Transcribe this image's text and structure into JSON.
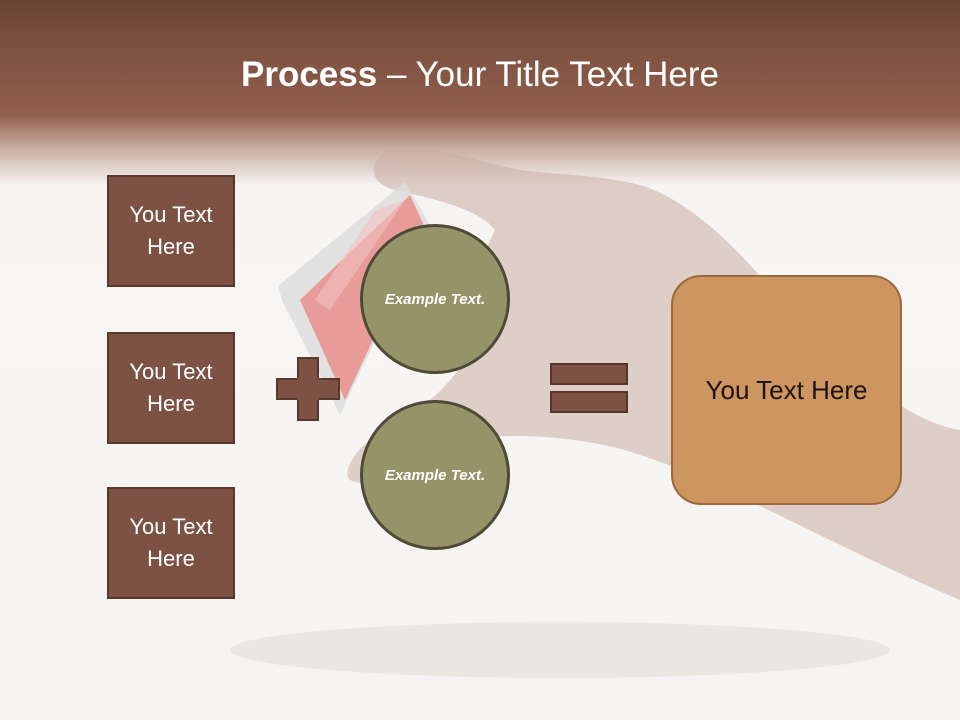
{
  "header": {
    "title_bold": "Process",
    "title_rest": " – Your Title Text Here"
  },
  "left_boxes": [
    {
      "label": "You Text Here"
    },
    {
      "label": "You Text Here"
    },
    {
      "label": "You Text Here"
    }
  ],
  "circles": [
    {
      "label": "Example Text."
    },
    {
      "label": "Example Text."
    }
  ],
  "result": {
    "label": "You Text Here"
  },
  "colors": {
    "box_fill": "#7d5244",
    "circle_fill": "#959468",
    "result_fill": "#cd955f",
    "header": "#6b4434"
  },
  "icons": [
    "plus-sign-icon",
    "equals-sign-icon"
  ]
}
